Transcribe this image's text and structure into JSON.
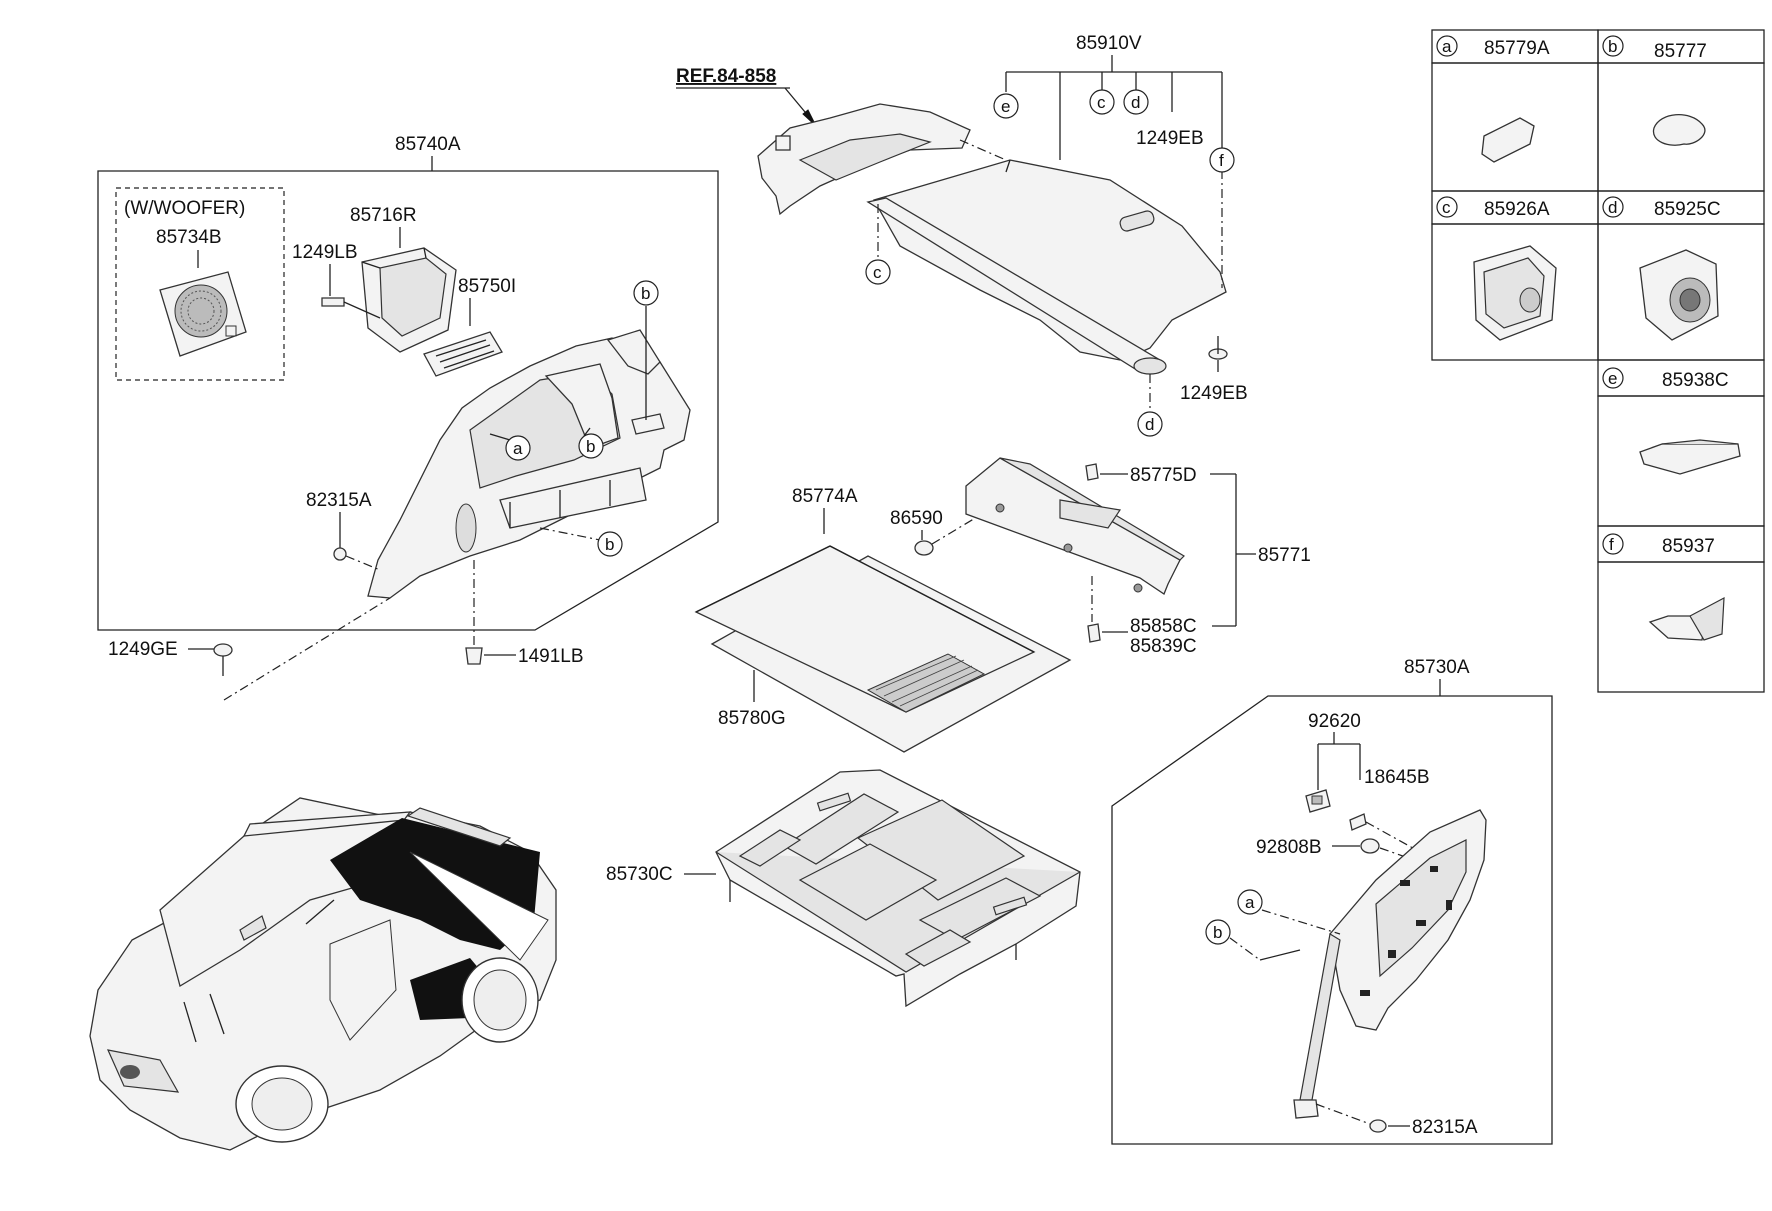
{
  "labels": {
    "l85740A": "85740A",
    "lwoofer": "(W/WOOFER)",
    "l85734B": "85734B",
    "l85716R": "85716R",
    "l1249LB": "1249LB",
    "l85750I": "85750I",
    "l82315A_left": "82315A",
    "l1249GE": "1249GE",
    "l1491LB": "1491LB",
    "lref": "REF.84-858",
    "l85910V": "85910V",
    "l1249EB_top": "1249EB",
    "l1249EB_bot": "1249EB",
    "l85774A": "85774A",
    "l86590": "86590",
    "l85775D": "85775D",
    "l85771": "85771",
    "l85858C": "85858C",
    "l85839C": "85839C",
    "l85780G": "85780G",
    "l85730C": "85730C",
    "l85730A": "85730A",
    "l92620": "92620",
    "l18645B": "18645B",
    "l92808B": "92808B",
    "l82315A_right": "82315A"
  },
  "callouts": {
    "a": "a",
    "b": "b",
    "c": "c",
    "d": "d",
    "e": "e",
    "f": "f"
  },
  "legend": [
    {
      "letter": "a",
      "part": "85779A"
    },
    {
      "letter": "b",
      "part": "85777"
    },
    {
      "letter": "c",
      "part": "85926A"
    },
    {
      "letter": "d",
      "part": "85925C"
    },
    {
      "letter": "e",
      "part": "85938C"
    },
    {
      "letter": "f",
      "part": "85937"
    }
  ]
}
